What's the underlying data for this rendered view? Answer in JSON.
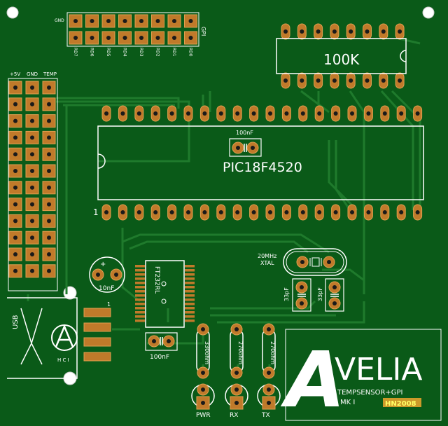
{
  "colors": {
    "board": "#0a5a18",
    "trace": "#1f7a2c",
    "silk": "#ffffff",
    "copper": "#c07a2a",
    "hole": "#1a1a1a",
    "logo_fill": "#ffffff",
    "hn_bg": "#cc9a2a",
    "hn_text": "#ffff66"
  },
  "gpi_header": {
    "gnd_label": "GND",
    "side_label": "GPI",
    "pin_labels": [
      "RD7",
      "RD6",
      "RD5",
      "RD4",
      "RD3",
      "RD2",
      "RD1",
      "RD0"
    ]
  },
  "temp_header": {
    "labels": [
      "+5V",
      "GND",
      "TEMP"
    ]
  },
  "mcu": {
    "name": "PIC18F4520",
    "pin1_label": "1",
    "cap_label": "100nF"
  },
  "resistor_network": {
    "label": "100K"
  },
  "ftdi": {
    "name": "FT232RL",
    "cap_label": "100nF"
  },
  "usb": {
    "label": "USB",
    "pin1_label": "1"
  },
  "electrolytic_cap": {
    "label": "10nF",
    "polarity": "+"
  },
  "crystal": {
    "freq": "20MHz",
    "label": "XTAL"
  },
  "crystal_caps": [
    "33pF",
    "33pF"
  ],
  "resistors": [
    {
      "value": "330ohm",
      "led": "PWR"
    },
    {
      "value": "270ohm",
      "led": "RX"
    },
    {
      "value": "270ohm",
      "led": "TX"
    }
  ],
  "logo": {
    "letter": "A",
    "word": "VELIA",
    "line1": "TEMPSENSOR+GPI",
    "line2": "MK I",
    "badge": "HN2008"
  }
}
